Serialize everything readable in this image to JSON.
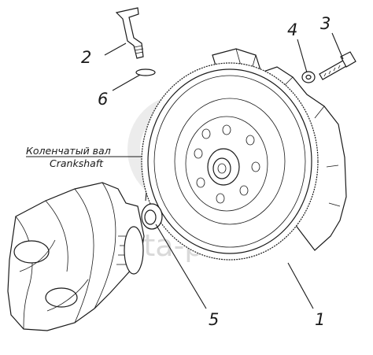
{
  "figure": {
    "callouts": [
      {
        "id": "1",
        "text": "1"
      },
      {
        "id": "2",
        "text": "2"
      },
      {
        "id": "3",
        "text": "3"
      },
      {
        "id": "4",
        "text": "4"
      },
      {
        "id": "5",
        "text": "5"
      },
      {
        "id": "6",
        "text": "6"
      }
    ],
    "crankshaft_label_ru": "Коленчатый вал",
    "crankshaft_label_en": "Crankshaft",
    "watermark": "data-parts"
  }
}
